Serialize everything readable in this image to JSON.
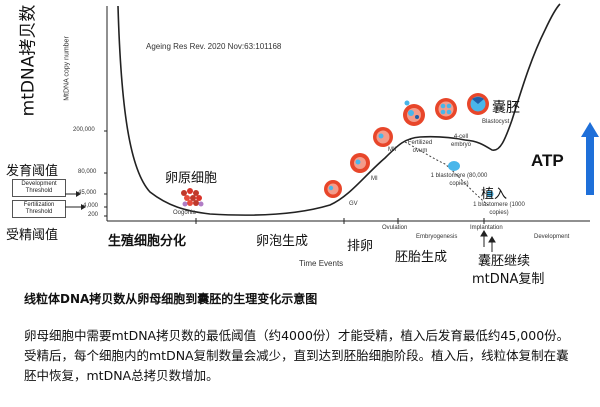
{
  "chart_data": {
    "type": "line",
    "title": "Ageing Res Rev. 2020 Nov:63:101168",
    "ylabel_main": "mtDNA拷贝数",
    "ylabel_sub": "MtDNA copy number",
    "xlabel": "Time Events",
    "yticks": [
      "200,000",
      "80,000",
      "45,000",
      "4,000",
      "200"
    ],
    "stage_labels": [
      "Oogonia",
      "GV",
      "MI",
      "MII",
      "Fertilized ovum",
      "4-cell embryo",
      "Blastocyst"
    ],
    "phase_labels": [
      "Ovulation",
      "Embryogenesis",
      "Implantation",
      "Development"
    ],
    "annotations": [
      "1 blastomere (80,000 copies)",
      "1 blastomere (1000 copies)"
    ],
    "thresholds": [
      {
        "label": "Development Threshold",
        "value": "45,000"
      },
      {
        "label": "Fertilization Threshold",
        "value": "4,000"
      }
    ]
  },
  "cn_labels": {
    "dev_threshold": "发育阈值",
    "fert_threshold": "受精阈值",
    "oocyte": "卵原细胞",
    "germ_cell": "生殖细胞分化",
    "follicle": "卵泡生成",
    "ovulation": "排卵",
    "embryo": "胚胎生成",
    "blastocyst": "囊胚",
    "implant": "植入",
    "blast_continue": "囊胚继续",
    "mtdna_replication": "mtDNA复制"
  },
  "atp_label": "ATP",
  "colors": {
    "accent_blue": "#1e6fd9",
    "cell_red": "#e8462a",
    "nucleus_blue": "#49b6ea"
  },
  "caption": {
    "title": "线粒体DNA拷贝数从卵母细胞到囊胚的生理变化示意图",
    "body": "卵母细胞中需要mtDNA拷贝数的最低阈值（约4000份）才能受精，植入后发育最低约45,000份。受精后，每个细胞内的mtDNA复制数量会减少，直到达到胚胎细胞阶段。植入后，线粒体复制在囊胚中恢复，mtDNA总拷贝数增加。"
  }
}
